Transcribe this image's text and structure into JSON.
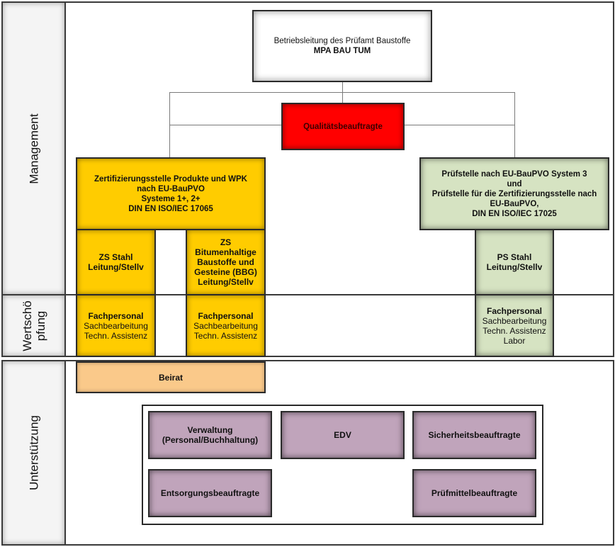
{
  "lanes": {
    "management": "Management",
    "wertschoepfung_line1": "Wertschö",
    "wertschoepfung_line2": "pfung",
    "unterstuetzung": "Unterstützung"
  },
  "colors": {
    "leadership": "#ffffff",
    "quality": "#ff0000",
    "certification": "#ffcc00",
    "testing": "#d6e3c2",
    "advisory": "#fac98a",
    "support": "#c0a4bb"
  },
  "nodes": {
    "leadership": {
      "line1": "Betriebsleitung des Prüfamt Baustoffe",
      "line2": "MPA BAU TUM"
    },
    "quality": {
      "label": "Qualitätsbeauftragte"
    },
    "certification": {
      "line1": "Zertifizierungsstelle Produkte und WPK",
      "line2": "nach EU-BauPVO",
      "line3": "Systeme 1+, 2+",
      "line4": "DIN EN ISO/IEC 17065"
    },
    "testing": {
      "line1": "Prüfstelle nach EU-BauPVO System 3",
      "line2": "und",
      "line3": "Prüfstelle für die Zertifizierungsstelle nach",
      "line4": "EU-BauPVO,",
      "line5": "DIN EN ISO/IEC 17025"
    },
    "zs_stahl": {
      "line1": "ZS Stahl",
      "line2": "Leitung/Stellv"
    },
    "zs_bbg": {
      "line1": "ZS",
      "line2": "Bitumenhaltige",
      "line3": "Baustoffe und",
      "line4": "Gesteine (BBG)",
      "line5": "Leitung/Stellv"
    },
    "ps_stahl": {
      "line1": "PS Stahl",
      "line2": "Leitung/Stellv"
    },
    "staff_zs_stahl": {
      "title": "Fachpersonal",
      "line1": "Sachbearbeitung",
      "line2": "Techn. Assistenz"
    },
    "staff_zs_bbg": {
      "title": "Fachpersonal",
      "line1": "Sachbearbeitung",
      "line2": "Techn. Assistenz"
    },
    "staff_ps_stahl": {
      "title": "Fachpersonal",
      "line1": "Sachbearbeitung",
      "line2": "Techn. Assistenz",
      "line3": "Labor"
    },
    "beirat": {
      "label": "Beirat"
    },
    "support": [
      {
        "line1": "Verwaltung",
        "line2": "(Personal/Buchhaltung)"
      },
      {
        "line1": "EDV"
      },
      {
        "line1": "Sicherheitsbeauftragte"
      },
      {
        "line1": "Entsorgungsbeauftragte"
      },
      {
        "line1": "Prüfmittelbeauftragte"
      }
    ]
  }
}
